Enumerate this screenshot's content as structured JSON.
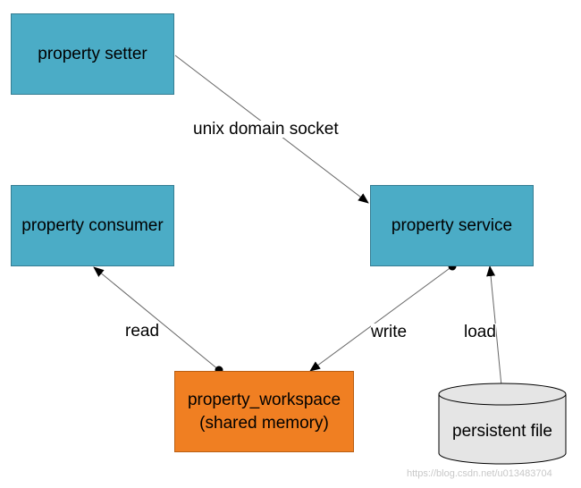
{
  "nodes": {
    "property_setter": "property setter",
    "property_consumer": "property consumer",
    "property_service": "property service",
    "property_workspace_line1": "property_workspace",
    "property_workspace_line2": "(shared memory)",
    "persistent_file": "persistent file"
  },
  "edges": {
    "unix_domain_socket": "unix domain socket",
    "read": "read",
    "write": "write",
    "load": "load"
  },
  "colors": {
    "process_box": "#4bacc6",
    "memory_box": "#f07f22",
    "line": "#666666"
  },
  "watermark": "https://blog.csdn.net/u013483704"
}
